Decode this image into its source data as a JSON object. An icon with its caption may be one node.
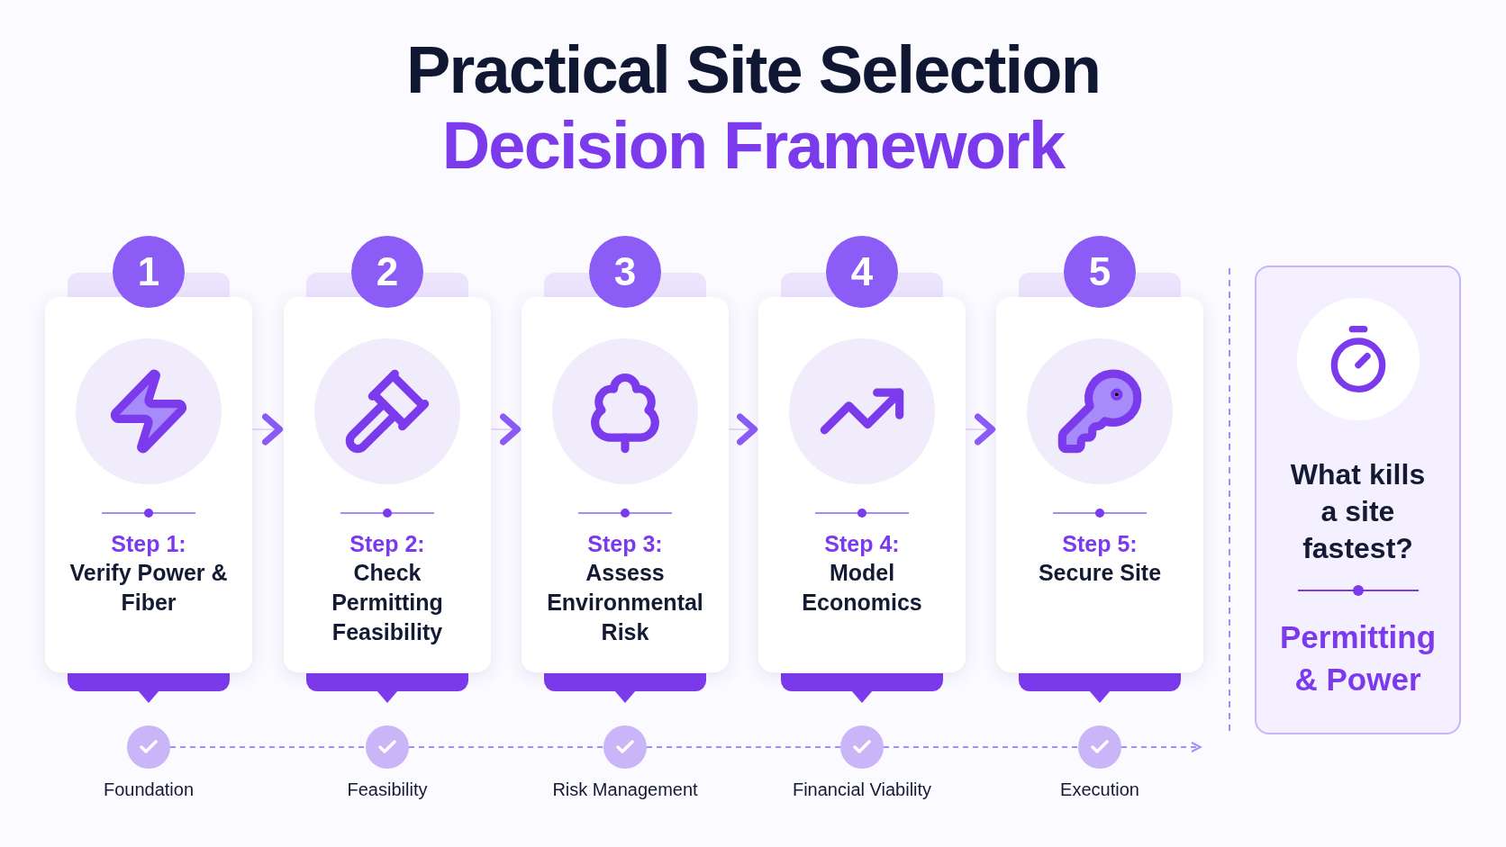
{
  "diagram": {
    "title": "Practical Site Selection",
    "nodes": [
      {
        "text": [
          "1",
          "Step 1:",
          "Verify Power & Fiber"
        ]
      },
      {
        "text": [
          "2",
          "Step 2:",
          "Check Permitting Feasibility"
        ]
      },
      {
        "text": [
          "3",
          "Step 3:",
          "Assess Environmental Risk"
        ]
      },
      {
        "text": [
          "4",
          "Step 4:",
          "Model Economics"
        ]
      },
      {
        "text": [
          "5",
          "Step 5:",
          "Secure Site"
        ]
      },
      {
        "text": [],
        "shape": "circle",
        "beside": [
          "Foundation"
        ]
      },
      {
        "text": [],
        "shape": "circle",
        "beside": [
          "Feasibility"
        ]
      },
      {
        "text": [],
        "shape": "circle",
        "beside": [
          "Risk Management"
        ]
      },
      {
        "text": [],
        "shape": "circle",
        "beside": [
          "Financial Viability"
        ]
      },
      {
        "text": [],
        "shape": "circle",
        "beside": [
          "Execution"
        ]
      },
      {
        "text": [
          "What kills a site fastest?",
          "Permitting & Power"
        ]
      }
    ],
    "edges": [
      {
        "from": 0,
        "to": 1,
        "arrow": "to",
        "color": "#8b5cf6"
      },
      {
        "from": 1,
        "to": 2,
        "arrow": "to",
        "color": "#8b5cf6"
      },
      {
        "from": 2,
        "to": 3,
        "arrow": "to",
        "color": "#8b5cf6"
      },
      {
        "from": 3,
        "to": 4,
        "arrow": "to",
        "color": "#8b5cf6"
      },
      {
        "from": 5,
        "to": 6,
        "arrow": "none",
        "style": "dashed"
      },
      {
        "from": 6,
        "to": 7,
        "arrow": "none",
        "style": "dashed"
      },
      {
        "from": 7,
        "to": 8,
        "arrow": "none",
        "style": "dashed"
      },
      {
        "from": 8,
        "to": 9,
        "arrow": "none",
        "style": "dashed"
      },
      {
        "from": 9,
        "to": null,
        "arrow": "to",
        "style": "dashed"
      }
    ],
    "labels": [
      "Decision Framework"
    ]
  }
}
